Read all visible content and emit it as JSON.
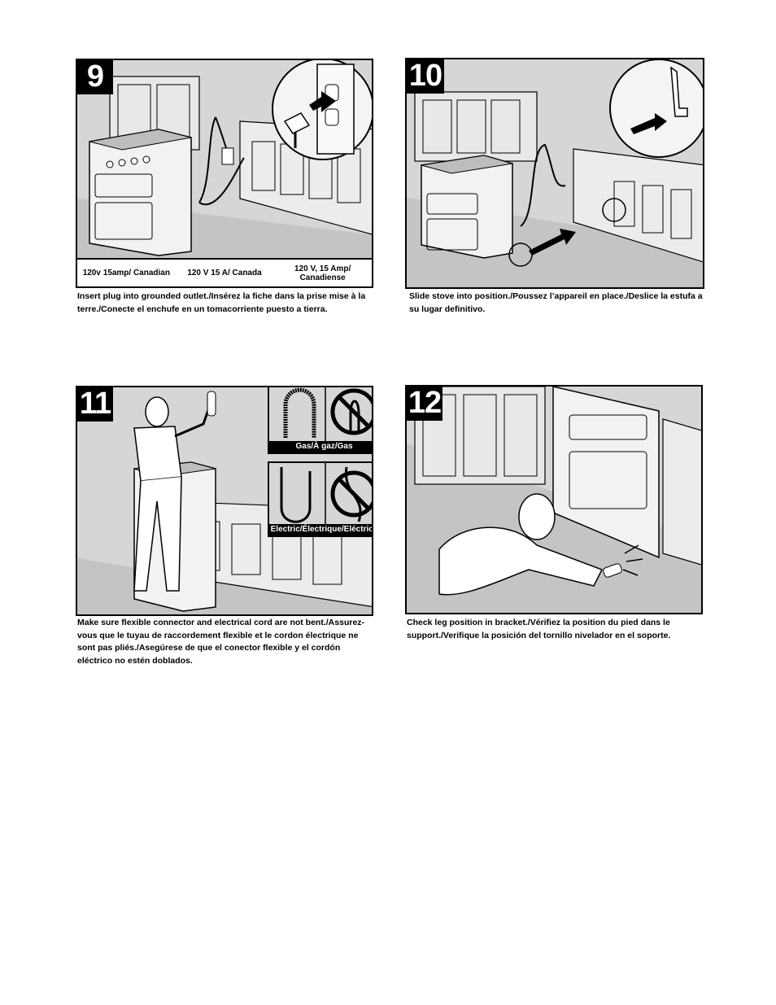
{
  "steps": [
    {
      "number": "9",
      "voltage_labels": [
        "120v 15amp/ Canadian",
        "120 V 15 A/ Canada",
        "120 V, 15 Amp/ Canadiense"
      ],
      "caption": "Insert plug into grounded outlet./Insérez la fiche dans la prise mise à la terre./Conecte el enchufe en un tomacorriente puesto a tierra."
    },
    {
      "number": "10",
      "caption": "Slide stove into position./Poussez l’appareil en place./Deslice la estufa a su lugar definitivo."
    },
    {
      "number": "11",
      "insets": [
        "Gas/À gaz/Gas",
        "Electric/Électrique/Eléctrica"
      ],
      "caption": "Make sure flexible connector and electrical cord are not bent./Assurez-vous que le tuyau de raccordement flexible et le cordon électrique ne sont pas pliés./Asegúrese de que el conector flexible y el cordón eléctrico no estén doblados."
    },
    {
      "number": "12",
      "caption": "Check leg position in bracket./Vérifiez la position du pied dans le support./Verifique la posición del tornillo nivelador en el soporte."
    }
  ]
}
